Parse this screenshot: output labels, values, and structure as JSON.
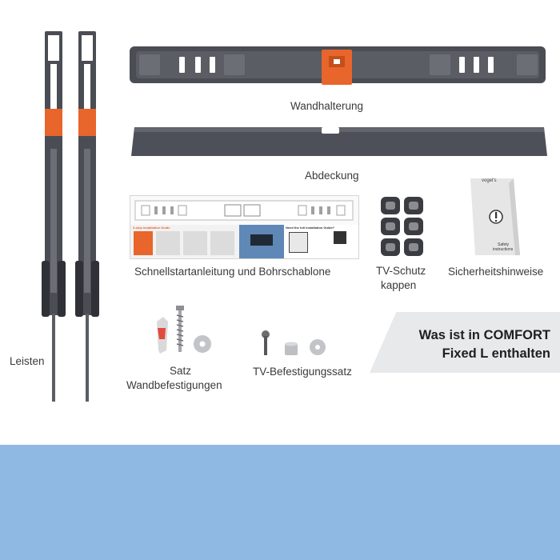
{
  "labels": {
    "wandhalterung": "Wandhalterung",
    "abdeckung": "Abdeckung",
    "schnellstart": "Schnellstartanleitung und Bohrschablone",
    "tvschutz_1": "TV-Schutz",
    "tvschutz_2": "kappen",
    "sicherheit": "Sicherheitshinweise",
    "leisten": "Leisten",
    "satz_1": "Satz",
    "satz_2": "Wandbefestigungen",
    "tvbefestigung": "TV-Befestigungssatz"
  },
  "banner": {
    "line1": "Was ist in COMFORT",
    "line2": "Fixed L enthalten"
  },
  "guide": {
    "heading_left": "3-step installation Guide",
    "heading_right": "Need the full installation Guide?"
  },
  "safety": {
    "brand": "vogel's",
    "title_1": "Safety",
    "title_2": "instructions"
  },
  "colors": {
    "accent_orange": "#e8652b",
    "bracket_gray": "#4a4d54",
    "banner_bg": "#e8e9eb",
    "band_blue": "#8fb9e3"
  }
}
